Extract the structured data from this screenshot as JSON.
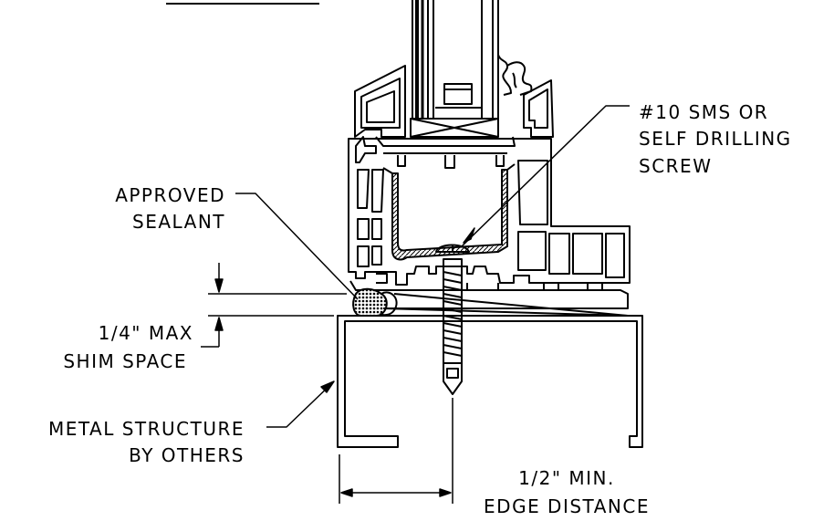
{
  "labels": {
    "screw_1": "#10 SMS OR",
    "screw_2": "SELF DRILLING",
    "screw_3": "SCREW",
    "sealant_1": "APPROVED",
    "sealant_2": "SEALANT",
    "shim_1": "1/4\" MAX",
    "shim_2": "SHIM SPACE",
    "metal_1": "METAL STRUCTURE",
    "metal_2": "BY OTHERS",
    "edge_1": "1/2\" MIN.",
    "edge_2": "EDGE DISTANCE"
  },
  "colors": {
    "line": "#000000",
    "background": "#ffffff"
  }
}
